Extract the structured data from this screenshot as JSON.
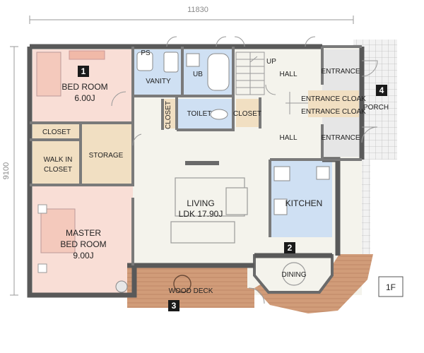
{
  "dimensions": {
    "width": "11830",
    "height": "9100"
  },
  "floor": "1F",
  "rooms": {
    "bedroom": {
      "name": "BED ROOM",
      "area": "6.00J"
    },
    "vanity": "VANITY",
    "ub": "UB",
    "hall_top": "HALL",
    "hall_bottom": "HALL",
    "up": "UP",
    "entrance_top": "ENTRANCE",
    "entrance_bottom": "ENTRANCE",
    "entrance_cloak_1": "ENTRANCE CLOAK",
    "entrance_cloak_2": "ENTRANCE CLOAK",
    "porch": "PORCH",
    "closet_small": "CLOSET",
    "toilet": "TOILET",
    "closet_hall": "CLOSET",
    "closet_bed": "CLOSET",
    "storage": "STORAGE",
    "walk_in_line1": "WALK IN",
    "walk_in_line2": "CLOSET",
    "living": "LIVING",
    "ldk": "LDK 17.90J",
    "kitchen": "KITCHEN",
    "master": {
      "line1": "MASTER",
      "line2": "BED ROOM",
      "area": "9.00J"
    },
    "dining": "DINING",
    "wood_deck": "WOOD DECK",
    "ps": "PS"
  },
  "badges": [
    "1",
    "2",
    "3",
    "4"
  ],
  "colors": {
    "bedroom": "#f9ded6",
    "wet": "#cfe0f3",
    "storage": "#f1dfc2",
    "hall": "#f4f3ec",
    "deck": "#cf9a78",
    "porch": "#e6e6e6",
    "badge": "#1a1a1a"
  }
}
